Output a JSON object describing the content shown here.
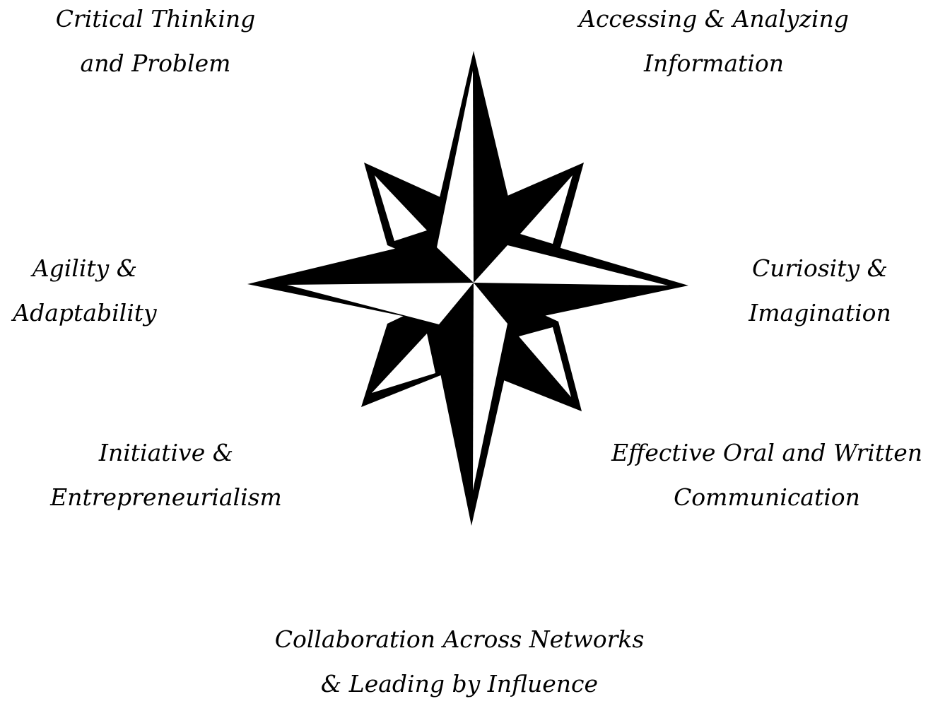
{
  "labels": {
    "critical": {
      "line1": "Critical Thinking",
      "line2": "and Problem"
    },
    "accessing": {
      "line1": "Accessing & Analyzing",
      "line2": "Information"
    },
    "agility": {
      "line1": "Agility &",
      "line2": "Adaptability"
    },
    "curiosity": {
      "line1": "Curiosity &",
      "line2": "Imagination"
    },
    "initiative": {
      "line1": "Initiative &",
      "line2": "Entrepreneurialism"
    },
    "effective": {
      "line1": "Effective Oral and Written",
      "line2": "Communication"
    },
    "collab": {
      "line1": "Collaboration Across Networks",
      "line2": "& Leading by Influence"
    }
  },
  "colors": {
    "ink": "#000000",
    "paper": "#ffffff"
  },
  "icon": "compass-rose-icon"
}
